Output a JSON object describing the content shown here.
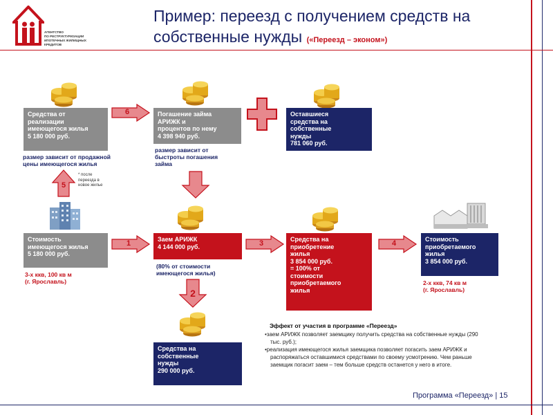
{
  "logo": {
    "lines": [
      "АГЕНТСТВО",
      "ПО РЕСТРУКТУРИЗАЦИИ",
      "ИПОТЕЧНЫХ ЖИЛИЩНЫХ",
      "КРЕДИТОВ"
    ]
  },
  "title": {
    "main_line1": "Пример: переезд с получением средств на",
    "main_line2": "собственные нужды",
    "subtitle": "(«Переезд – эконом»)"
  },
  "boxes": {
    "sale_funds": "Средства от\nреализации\nимеющегося жилья\n5 180 000 руб.",
    "loan_repay": "Погашение займа\nАРИЖК и\nпроцентов по нему\n4 398 940 руб.",
    "remaining": "Оставшиеся\nсредства на\nсобственные\nнужды\n781 060 руб.",
    "current_cost": "Стоимость\nимеющегося жилья\n5 180 000 руб.",
    "arizhk_loan": "Заем АРИЖК\n4 144 000 руб.",
    "purchase_funds": "Средства на\nприобретение\nжилья\n3 854 000 руб.\n  = 100% от\nстоимости\nприобретаемого\nжилья",
    "new_cost": "Стоимость\nприобретаемого\nжилья\n3 854 000 руб.",
    "own_needs": "Средства на\nсобственные\nнужды\n290 000 руб."
  },
  "notes": {
    "sale_note": "размер зависит от продажной\nцены имеющегося жилья",
    "repay_note": "размер зависит от\nбыстроты погашения\nзайма",
    "after_move": "* после\n  переезда в\n  новое жилье",
    "current_flat": "3-х ккв, 100 кв м\n(г. Ярославль)",
    "loan_note": "(80% от стоимости\nимеющегося жилья)",
    "new_flat": "2-х ккв, 74 кв м\n(г. Ярославль)"
  },
  "steps": {
    "s1": "1",
    "s2": "2",
    "s3": "3",
    "s4": "4",
    "s5": "5",
    "s6": "6"
  },
  "effect": {
    "title": "Эффект от участия в программе «Переезд»",
    "items": [
      "•заем АРИЖК позволяет заемщику получить средства на собственные нужды (290 тыс. руб.);",
      "•реализация имеющегося жилья заемщика позволяет погасить заем  АРИЖК и распоряжаться оставшимися средствами по своему усмотрению. Чем раньше заемщик погасит заем – тем больше средств останется у него в итоге."
    ]
  },
  "footer": "Программа «Переезд» | 15",
  "icons": [
    "house-logo-icon",
    "coin-stack-icon",
    "building-icon",
    "factory-icon",
    "plus-icon",
    "arrow-right-icon",
    "arrow-down-icon",
    "arrow-up-icon"
  ],
  "colors": {
    "brand_red": "#c4121c",
    "navy": "#1c2567",
    "gray_box": "#8c8c8c",
    "coin_gold": "#e2a81a"
  }
}
